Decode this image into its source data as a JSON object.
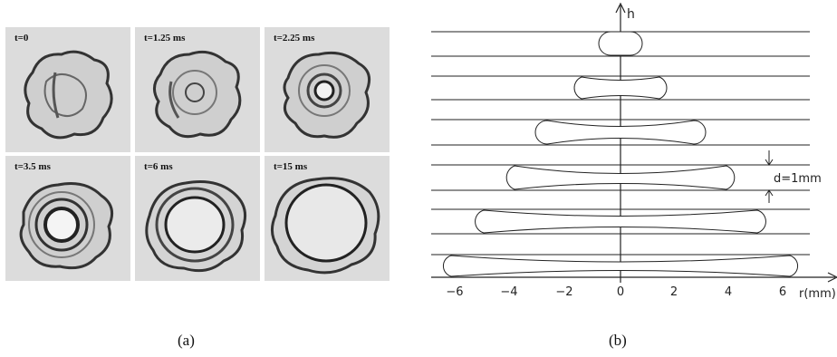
{
  "panel_a": {
    "frames": [
      {
        "label": "t=0"
      },
      {
        "label": "t=1.25 ms"
      },
      {
        "label": "t=2.25 ms"
      },
      {
        "label": "t=3.5 ms"
      },
      {
        "label": "t=6 ms"
      },
      {
        "label": "t=15 ms"
      }
    ],
    "caption": "(a)"
  },
  "panel_b": {
    "y_axis_label": "h",
    "x_axis_label": "r(mm)",
    "x_ticks": [
      "−6",
      "−4",
      "−2",
      "0",
      "2",
      "4",
      "6"
    ],
    "annotation": "d=1mm",
    "caption": "(b)"
  },
  "chart_data": {
    "type": "diagram",
    "xlabel": "r(mm)",
    "ylabel": "h",
    "xlim": [
      -7,
      7.5
    ],
    "x_ticks": [
      -6,
      -4,
      -2,
      0,
      2,
      4,
      6
    ],
    "layer_thickness_mm": 1,
    "rim_radius_mm": [
      0.7,
      1.8,
      3.0,
      4.2,
      5.5,
      6.7
    ]
  }
}
